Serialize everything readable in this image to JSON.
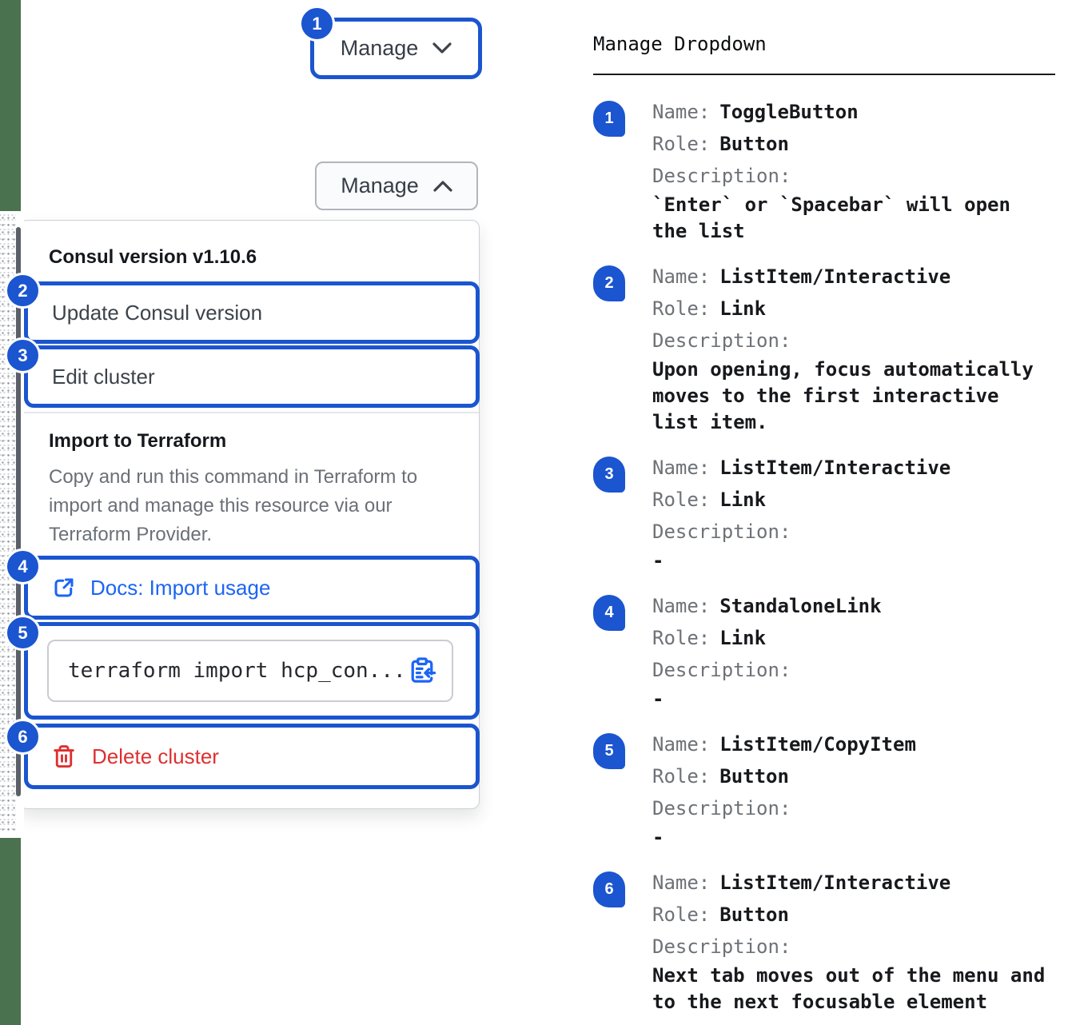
{
  "colors": {
    "annotation_blue": "#1b55cf",
    "link_blue": "#1c64f5",
    "delete_red": "#df2f2f",
    "edge_green": "#4a724e"
  },
  "toggle": {
    "label": "Manage"
  },
  "annotations": [
    "1",
    "2",
    "3",
    "4",
    "5",
    "6"
  ],
  "dropdown": {
    "version_label": "Consul version v1.10.6",
    "update_label": "Update Consul version",
    "edit_label": "Edit cluster",
    "import_title": "Import to Terraform",
    "import_description": "Copy and run this command in Terraform to import and manage this resource via our Terraform Provider.",
    "docs_label": "Docs: Import usage",
    "command": "terraform import hcp_con...",
    "delete_label": "Delete cluster"
  },
  "spec": {
    "title": "Manage Dropdown",
    "labels": {
      "name": "Name:",
      "role": "Role:",
      "description": "Description:"
    },
    "entries": [
      {
        "num": "1",
        "name": "ToggleButton",
        "role": "Button",
        "description": "`Enter` or `Spacebar` will open the list"
      },
      {
        "num": "2",
        "name": "ListItem/Interactive",
        "role": "Link",
        "description": "Upon opening, focus automatically moves to the first interactive list item."
      },
      {
        "num": "3",
        "name": "ListItem/Interactive",
        "role": "Link",
        "description": "-"
      },
      {
        "num": "4",
        "name": "StandaloneLink",
        "role": "Link",
        "description": "-"
      },
      {
        "num": "5",
        "name": "ListItem/CopyItem",
        "role": "Button",
        "description": "-"
      },
      {
        "num": "6",
        "name": "ListItem/Interactive",
        "role": "Button",
        "description": "Next tab moves out of the menu and to the next focusable element"
      }
    ]
  }
}
